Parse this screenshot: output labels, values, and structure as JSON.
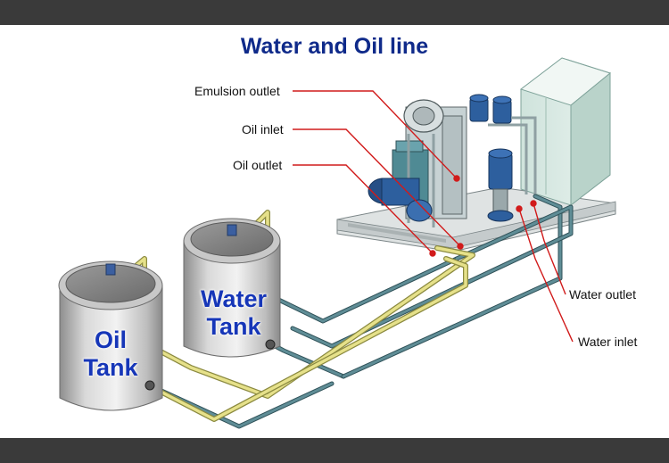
{
  "title": "Water and Oil line",
  "labels": {
    "emulsion_outlet": "Emulsion outlet",
    "oil_inlet": "Oil inlet",
    "oil_outlet": "Oil outlet",
    "water_outlet": "Water outlet",
    "water_inlet": "Water inlet"
  },
  "tanks": {
    "oil": {
      "line1": "Oil",
      "line2": "Tank"
    },
    "water": {
      "line1": "Water",
      "line2": "Tank"
    }
  },
  "colors": {
    "band": "#3a3a3a",
    "title": "#0f2a8a",
    "tank_text": "#1636b8",
    "leader": "#d11b1b",
    "oil_pipe": "#e6e18a",
    "water_pipe": "#3f6f78",
    "pump_blue": "#2d5f9e"
  }
}
